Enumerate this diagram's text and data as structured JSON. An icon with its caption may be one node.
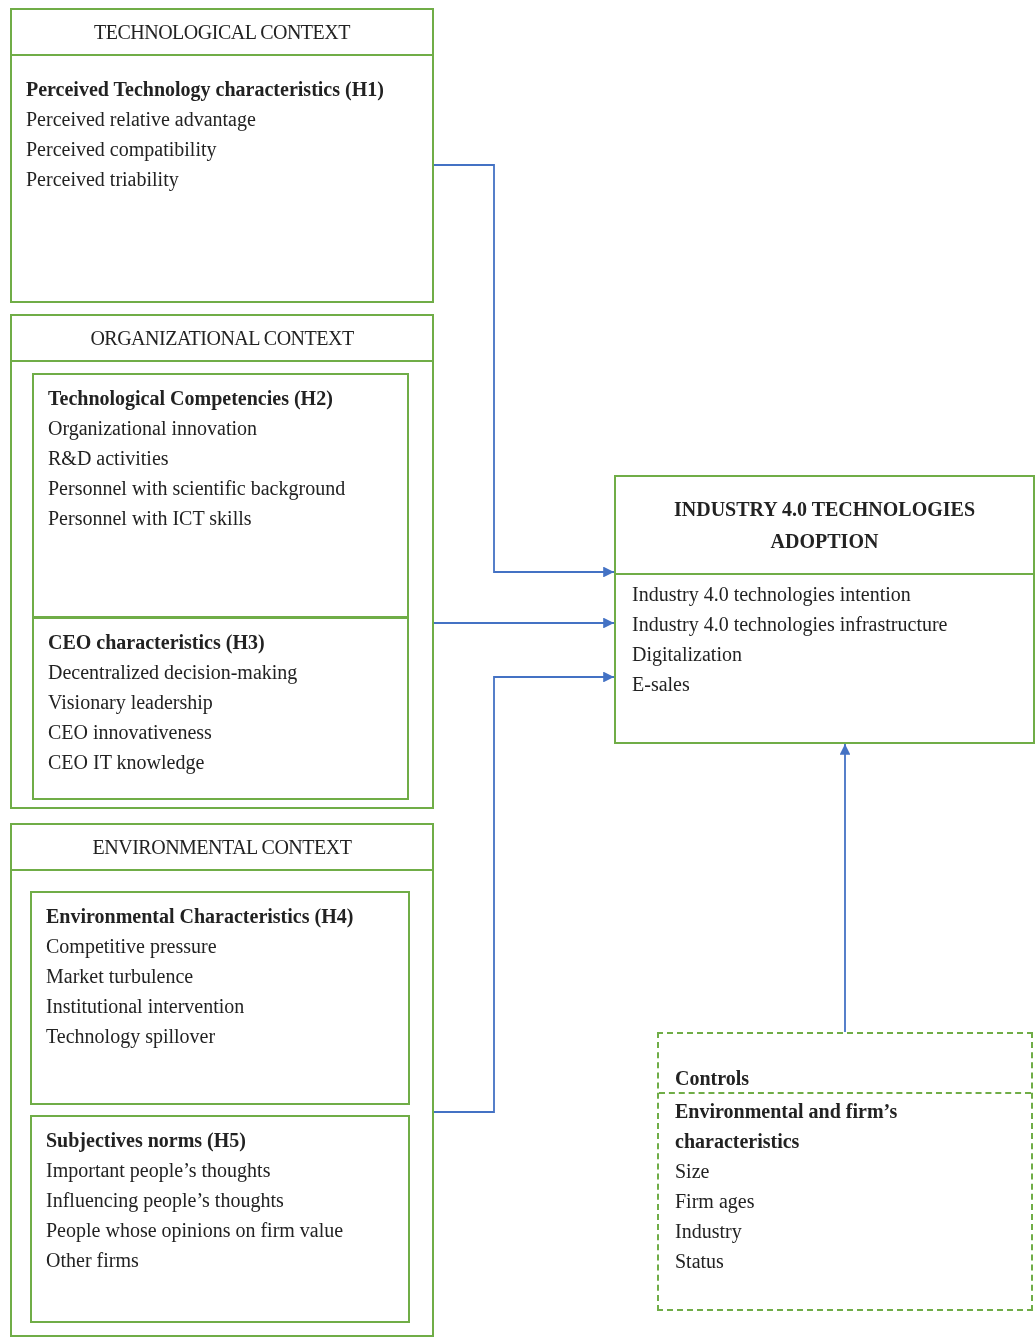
{
  "diagram": {
    "nodes": [
      {
        "text": [
          "TECHNOLOGICAL CONTEXT",
          "Perceived Technology characteristics (H1)",
          "Perceived relative advantage",
          "Perceived compatibility",
          "Perceived triability"
        ]
      },
      {
        "text": [
          "ORGANIZATIONAL CONTEXT"
        ]
      },
      {
        "text": [
          "Technological Competencies (H2)",
          "Organizational innovation",
          "R&D activities",
          "Personnel with scientific background",
          "Personnel with ICT skills"
        ],
        "in": 1
      },
      {
        "text": [
          "CEO characteristics (H3)",
          "Decentralized decision-making",
          "Visionary leadership",
          "CEO innovativeness",
          "CEO IT knowledge"
        ],
        "in": 1
      },
      {
        "text": [
          "ENVIRONMENTAL CONTEXT"
        ]
      },
      {
        "text": [
          "Environmental Characteristics (H4)",
          "Competitive pressure",
          "Market turbulence",
          "Institutional intervention",
          "Technology spillover"
        ],
        "in": 4
      },
      {
        "text": [
          "Subjectives norms (H5)",
          "Important people’s thoughts",
          "Influencing people’s thoughts",
          "People whose opinions on firm value",
          "Other firms"
        ],
        "in": 4
      },
      {
        "text": [
          "INDUSTRY 4.0 TECHNOLOGIES ADOPTION",
          "Industry 4.0 technologies intention",
          "Industry 4.0 technologies infrastructure",
          "Digitalization",
          "E-sales"
        ]
      },
      {
        "text": [
          "Controls",
          "Environmental and firm’s characteristics",
          "Size",
          "Firm ages",
          "Industry",
          "Status"
        ]
      }
    ],
    "edges": [
      {
        "from": 0,
        "to": 7,
        "arrow": "to"
      },
      {
        "from": 1,
        "to": 7,
        "arrow": "to"
      },
      {
        "from": 4,
        "to": 7,
        "arrow": "to"
      },
      {
        "from": 8,
        "to": 7,
        "arrow": "to"
      }
    ]
  }
}
